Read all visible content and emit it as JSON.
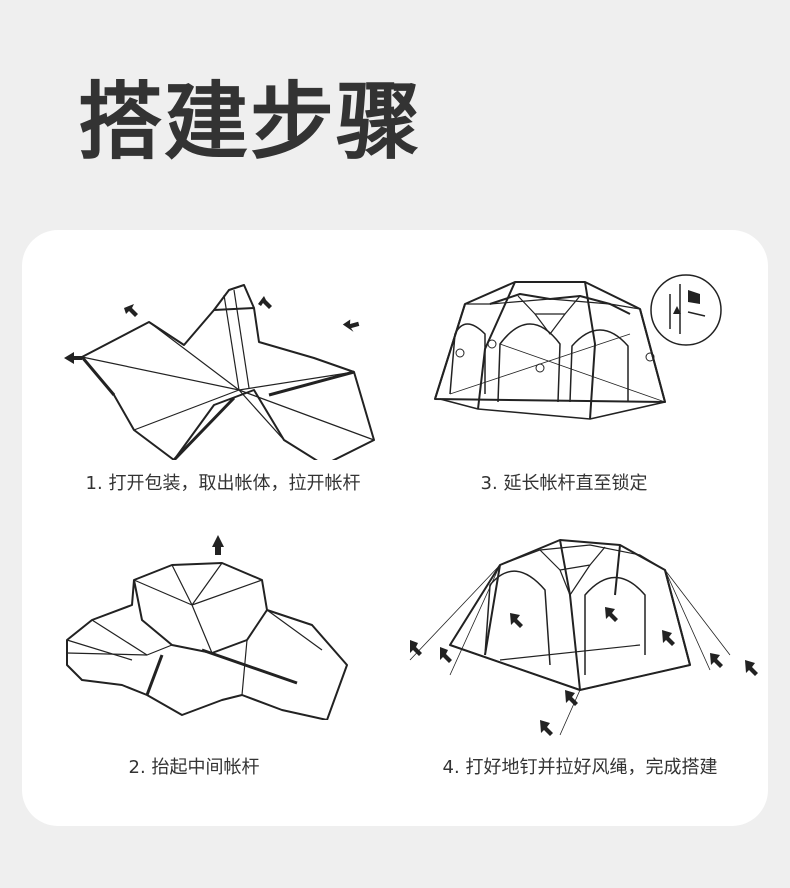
{
  "page": {
    "title": "搭建步骤"
  },
  "steps": [
    {
      "caption": "1. 打开包装，取出帐体，拉开帐杆"
    },
    {
      "caption": "3. 延长帐杆直至锁定"
    },
    {
      "caption": "2. 抬起中间帐杆"
    },
    {
      "caption": "4. 打好地钉并拉好风绳，完成搭建"
    }
  ],
  "colors": {
    "background": "#efefef",
    "card": "#ffffff",
    "text": "#333333",
    "line": "#222222"
  }
}
